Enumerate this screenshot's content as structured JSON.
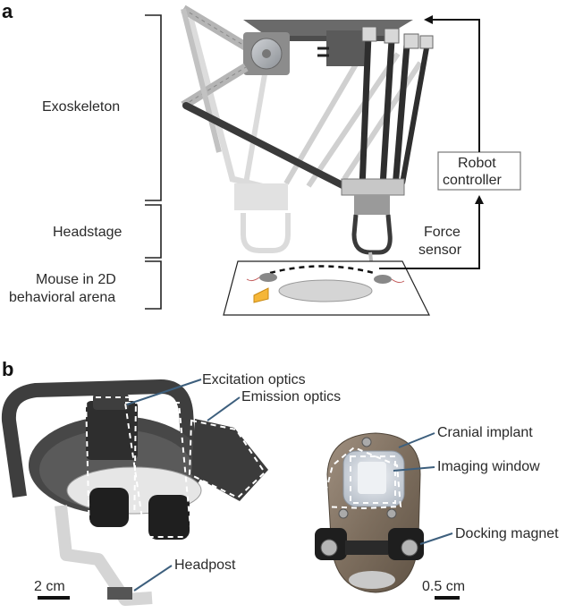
{
  "panel_a": {
    "letter": "a",
    "labels": {
      "exoskeleton": "Exoskeleton",
      "headstage": "Headstage",
      "mouse_line1": "Mouse in 2D",
      "mouse_line2": "behavioral arena",
      "robot_line1": "Robot",
      "robot_line2": "controller",
      "force_line1": "Force",
      "force_line2": "sensor"
    }
  },
  "panel_b": {
    "letter": "b",
    "labels": {
      "excitation": "Excitation optics",
      "emission": "Emission optics",
      "headpost": "Headpost",
      "scale_left": "2 cm",
      "cranial": "Cranial implant",
      "imaging": "Imaging window",
      "docking": "Docking magnet",
      "scale_right": "0.5 cm"
    }
  },
  "colors": {
    "arrow_blue": "#3d5f7d",
    "robot_dark": "#4a4a4a",
    "carbon_rod": "#3a3a3a",
    "implant_bronze": "#8a7a68",
    "window_glass": "#d6dbe1"
  }
}
